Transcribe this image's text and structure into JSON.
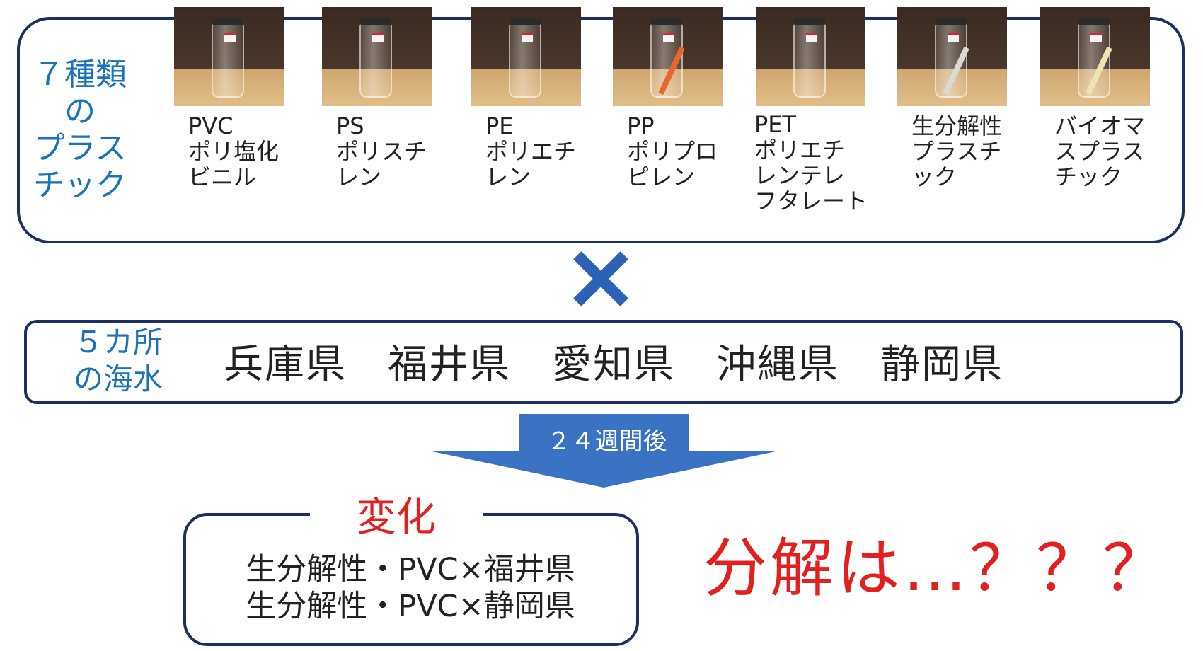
{
  "plastics": {
    "label": "７種類\nの\nプラス\nチック",
    "items": [
      {
        "text": "PVC\nポリ塩化\nビニル",
        "strip": ""
      },
      {
        "text": "PS\nポリスチ\nレン",
        "strip": ""
      },
      {
        "text": "PE\nポリエチ\nレン",
        "strip": ""
      },
      {
        "text": "PP\nポリプロ\nピレン",
        "strip": "#e8672e"
      },
      {
        "text": "PET\nポリエチ\nレンテレ\nフタレート",
        "strip": ""
      },
      {
        "text": "生分解性\nプラスチ\nック",
        "strip": "#d9d9d6"
      },
      {
        "text": "バイオマ\nスプラス\nチック",
        "strip": "#eee3b5"
      }
    ]
  },
  "cross_icon": "multiply-icon",
  "seawater": {
    "label": "５カ所\nの海水",
    "prefectures": [
      "兵庫県",
      "福井県",
      "愛知県",
      "沖縄県",
      "静岡県"
    ]
  },
  "arrow": {
    "text": "２４週間後",
    "color": "#3b73c4"
  },
  "change": {
    "title": "変化",
    "lines": [
      "生分解性・PVC×福井県",
      "生分解性・PVC×静岡県"
    ]
  },
  "question": "分解は…？？？",
  "colors": {
    "navy": "#1c2f63",
    "blue": "#1a73b8",
    "red": "#e32020"
  }
}
